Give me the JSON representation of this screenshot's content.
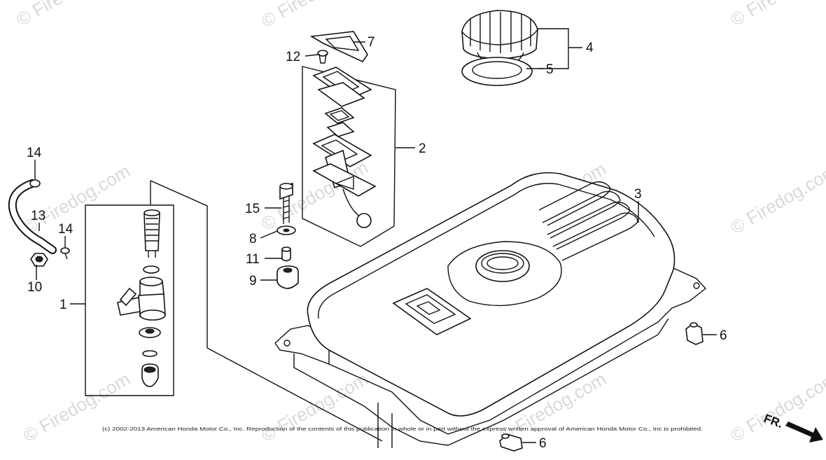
{
  "watermark": {
    "text": "Firedog.com",
    "symbol": "©"
  },
  "callouts": {
    "c1": "1",
    "c2": "2",
    "c3": "3",
    "c4": "4",
    "c5": "5",
    "c6a": "6",
    "c6b": "6",
    "c7": "7",
    "c8": "8",
    "c9": "9",
    "c10": "10",
    "c11": "11",
    "c12": "12",
    "c13": "13",
    "c14a": "14",
    "c14b": "14",
    "c15": "15"
  },
  "direction": {
    "label": "FR."
  },
  "copyright": "(c) 2002-2013 American Honda Motor Co., Inc. Reproduction of the contents of this publication in whole or in part without the express written approval of American Honda Motor Co., Inc is prohibited.",
  "colors": {
    "ink": "#111111",
    "background": "#ffffff",
    "watermark": "#d9d9d9"
  }
}
